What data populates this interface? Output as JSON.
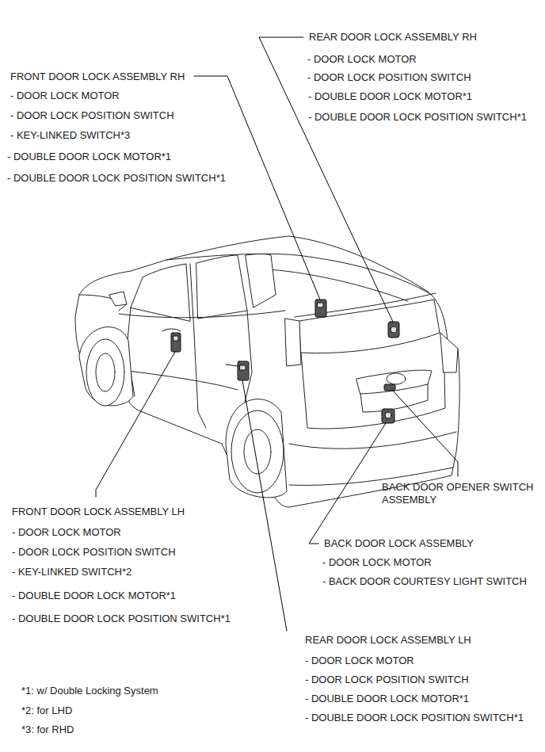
{
  "diagram": {
    "labels": [
      "REAR DOOR LOCK ASSEMBLY RH",
      "- DOOR LOCK MOTOR",
      "- DOOR LOCK POSITION SWITCH",
      "- DOUBLE DOOR LOCK MOTOR*1",
      "- DOUBLE DOOR LOCK POSITION SWITCH*1",
      "FRONT DOOR LOCK ASSEMBLY RH",
      "- DOOR LOCK MOTOR",
      "- DOOR LOCK POSITION SWITCH",
      "- KEY-LINKED SWITCH*3",
      "- DOUBLE DOOR LOCK MOTOR*1",
      "- DOUBLE DOOR LOCK POSITION SWITCH*1",
      "BACK DOOR OPENER SWITCH ASSEMBLY",
      "FRONT DOOR LOCK ASSEMBLY LH",
      "- DOOR LOCK MOTOR",
      "- DOOR LOCK POSITION SWITCH",
      "- KEY-LINKED SWITCH*2",
      "- DOUBLE DOOR LOCK MOTOR*1",
      "- DOUBLE DOOR LOCK POSITION SWITCH*1",
      "BACK DOOR LOCK ASSEMBLY",
      "- DOOR LOCK MOTOR",
      "- BACK DOOR COURTESY LIGHT SWITCH",
      "REAR DOOR LOCK ASSEMBLY LH",
      "- DOOR LOCK MOTOR",
      "- DOOR LOCK POSITION SWITCH",
      "- DOUBLE DOOR LOCK MOTOR*1",
      "- DOUBLE DOOR LOCK POSITION SWITCH*1",
      "*1: w/ Double Locking System",
      "*2: for LHD",
      "*3: for RHD"
    ]
  }
}
